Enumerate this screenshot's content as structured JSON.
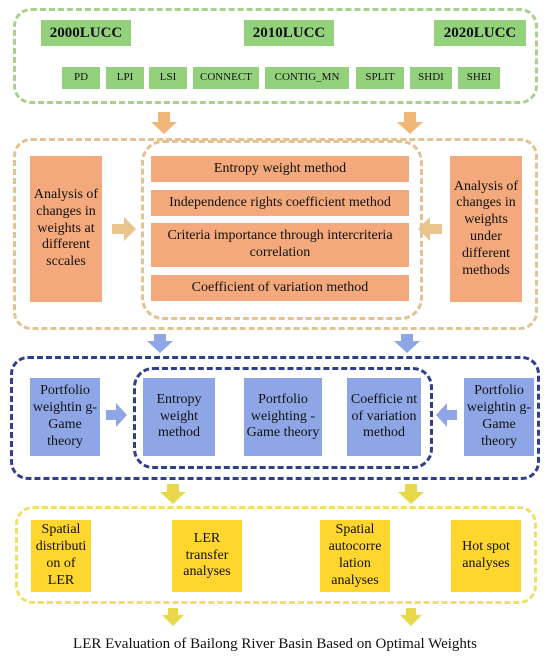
{
  "section1": {
    "years": [
      "2000LUCC",
      "2010LUCC",
      "2020LUCC"
    ],
    "metrics": [
      "PD",
      "LPI",
      "LSI",
      "CONNECT",
      "CONTIG_MN",
      "SPLIT",
      "SHDI",
      "SHEI"
    ]
  },
  "section2": {
    "left": "Analysis of changes in weights at different sccales",
    "methods": [
      "Entropy weight method",
      "Independence rights coefficient method",
      "Criteria importance through intercriteria correlation",
      "Coefficient of variation method"
    ],
    "right": "Analysis of changes in weights under different methods"
  },
  "section3": {
    "left": "Portfolio weightin g-Game theory",
    "inner": [
      "Entropy weight method",
      "Portfolio weighting -Game theory",
      "Coefficie nt of variation method"
    ],
    "right": "Portfolio weightin g-Game theory"
  },
  "section4": {
    "items": [
      "Spatial distributi on of LER",
      "LER transfer analyses",
      "Spatial autocorre lation analyses",
      "Hot spot analyses"
    ]
  },
  "footer": "LER Evaluation of Bailong River Basin Based on Optimal Weights",
  "colors": {
    "green": "#93d17d",
    "green_border": "#a9d18e",
    "orange": "#f3a97b",
    "orange_border": "#e2c391",
    "blue": "#8fa6e6",
    "blue_border": "#2f3f8f",
    "yellow": "#ffd62e",
    "yellow_border": "#f0e06a",
    "arrow_orange": "#f0b678",
    "arrow_blue": "#8fa6e6",
    "arrow_yellow": "#e9d84a"
  }
}
